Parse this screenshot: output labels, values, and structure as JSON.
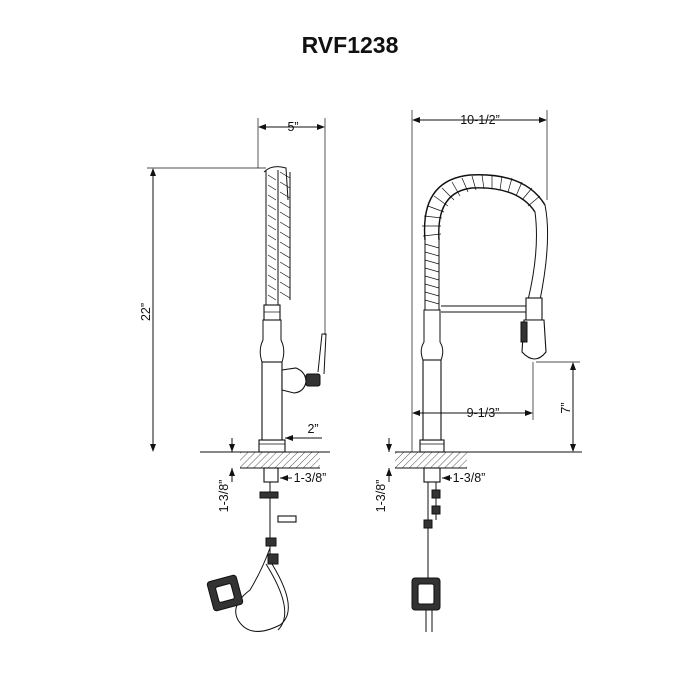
{
  "title": "RVF1238",
  "side_view": {
    "width": "5”",
    "height": "22”",
    "base_diameter": "2”",
    "shank": "1-3/8”",
    "deck_thickness": "1-3/8”"
  },
  "front_view": {
    "width": "10-1/2”",
    "spout_reach": "9-1/3”",
    "spout_height": "7”",
    "shank": "1-3/8”",
    "deck_thickness": "1-3/8”"
  }
}
